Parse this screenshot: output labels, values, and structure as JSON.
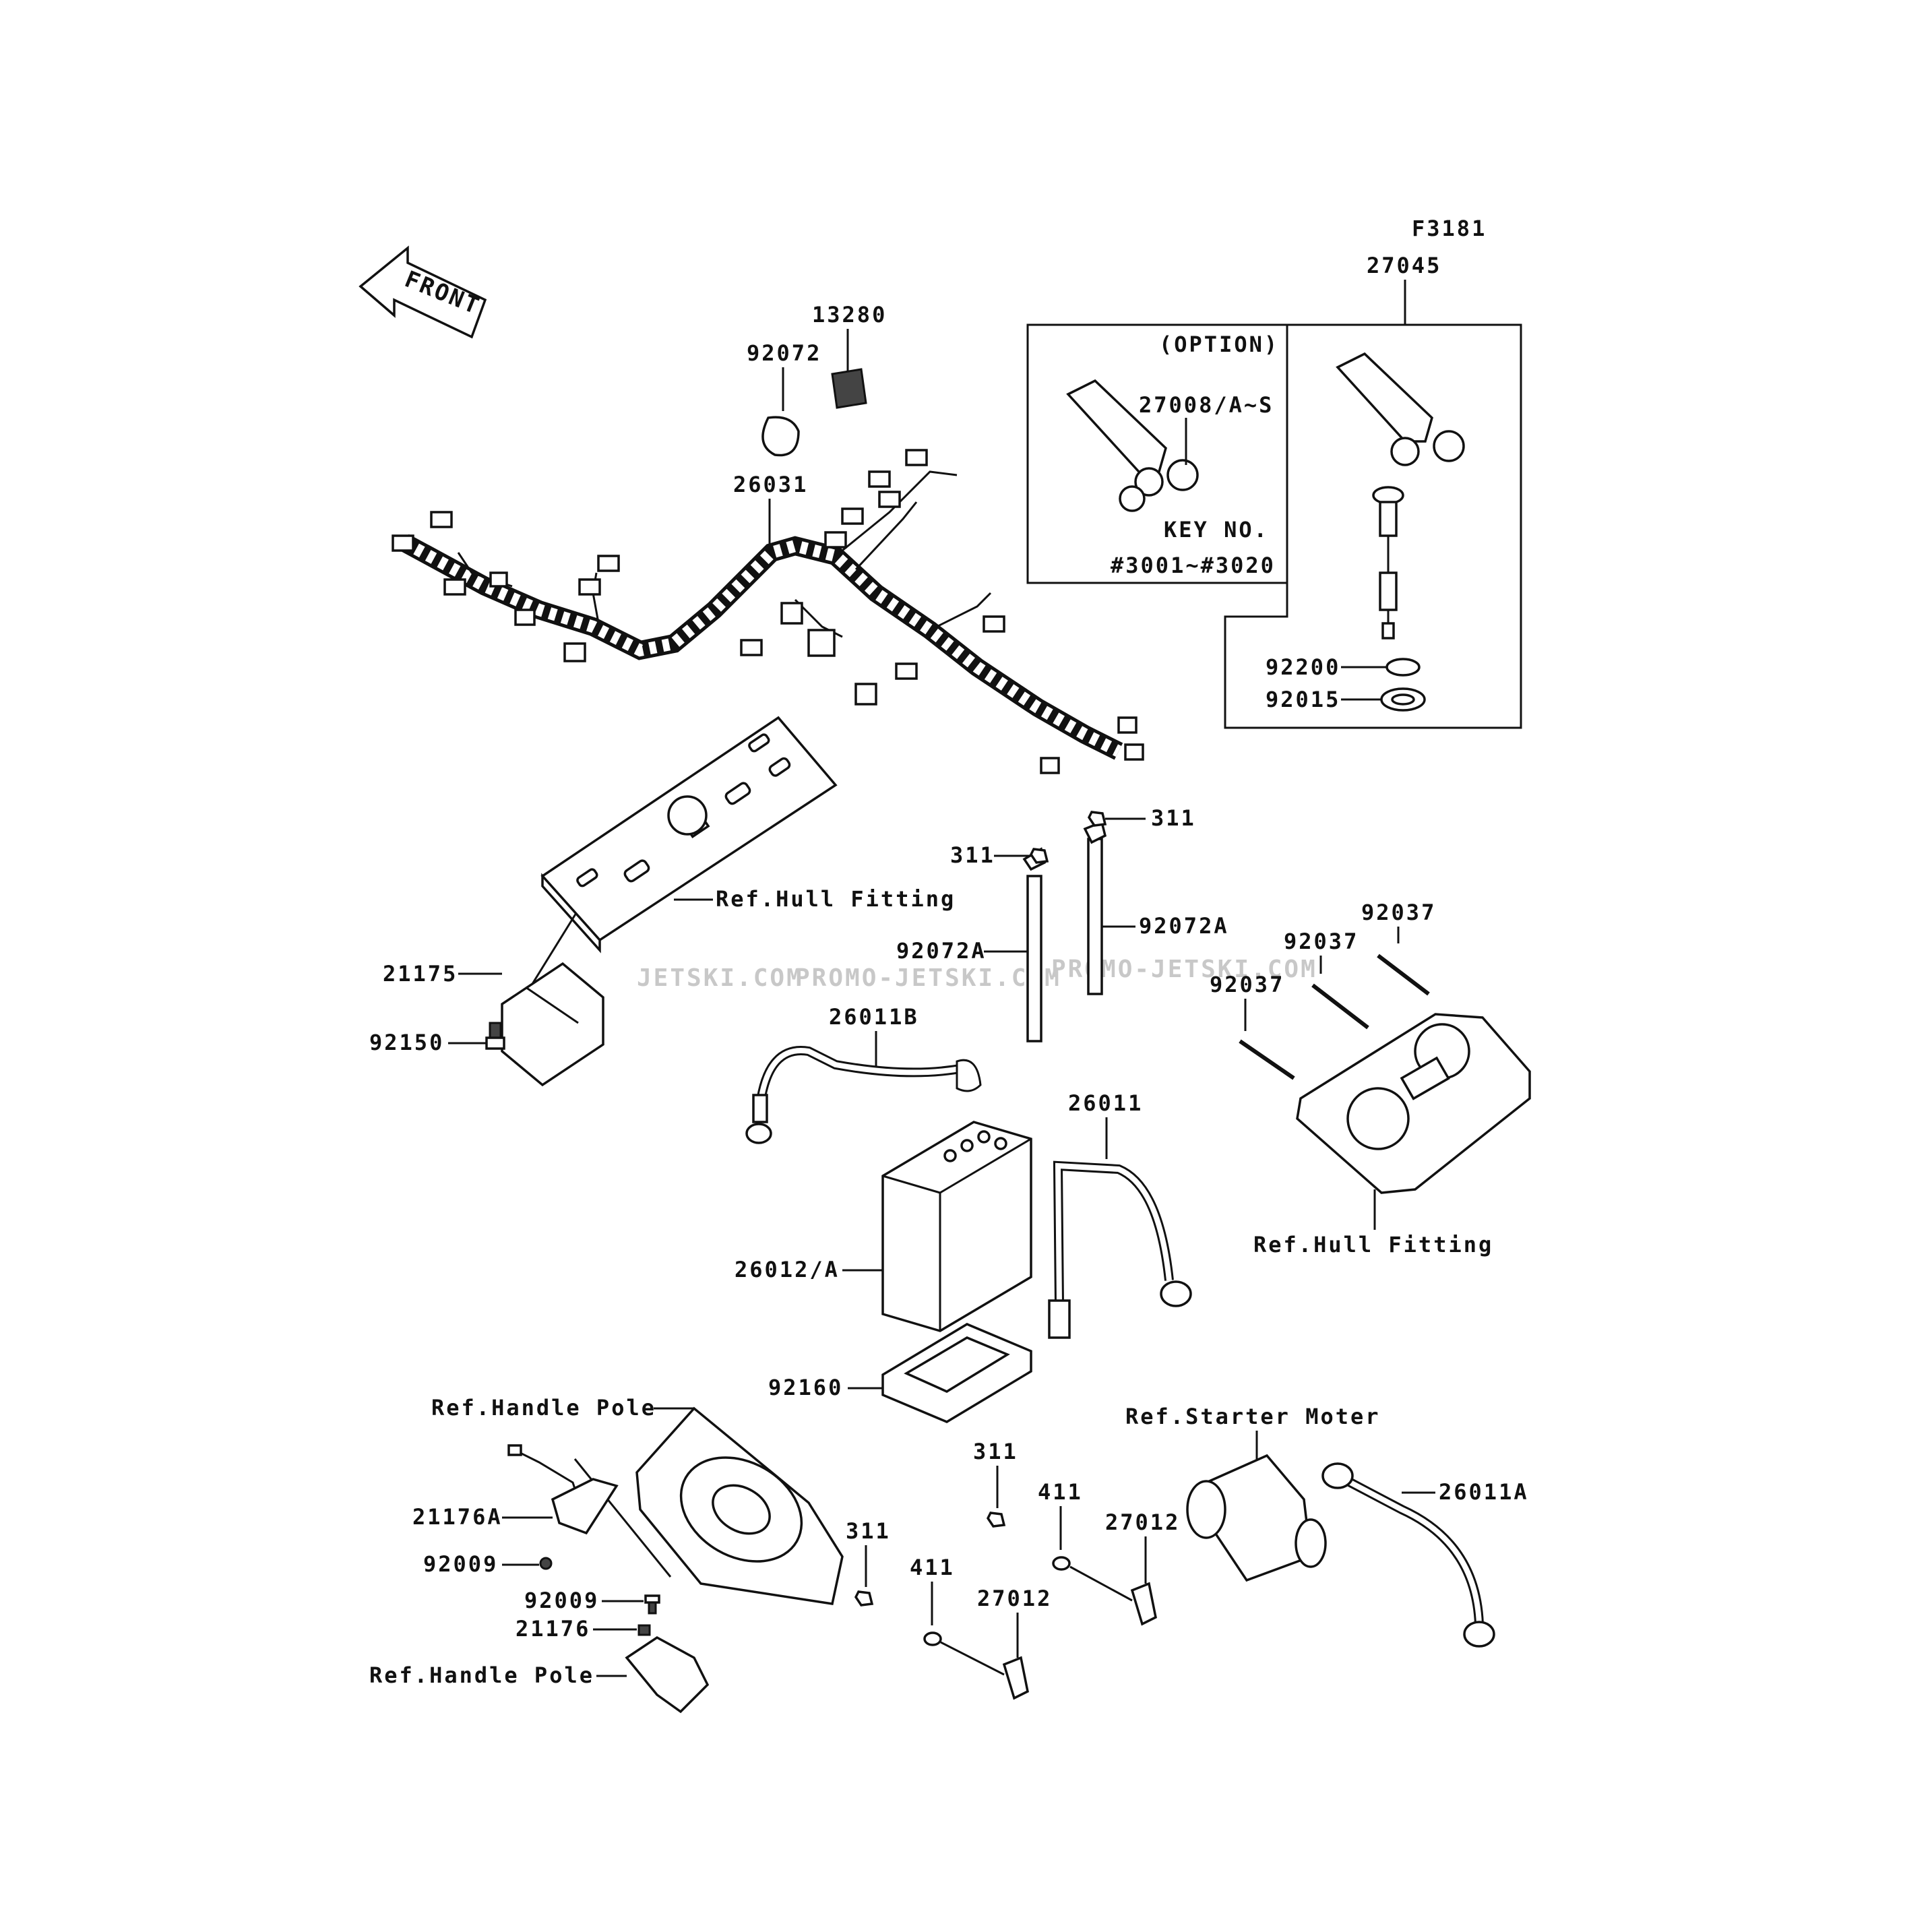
{
  "figure_code": "F3181",
  "front_arrow_text": "FRONT",
  "watermarks": [
    "JETSKI.COM",
    "PROMO-JETSKI.COM",
    "PROMO-JETSKI.COM"
  ],
  "option_box": {
    "title": "(OPTION)",
    "key_label": "KEY NO.",
    "key_range": "#3001~#3020"
  },
  "labels": {
    "p27045": "27045",
    "p13280": "13280",
    "p92072": "92072",
    "p27008": "27008/A~S",
    "p26031": "26031",
    "p92200": "92200",
    "p92015": "92015",
    "p311_a": "311",
    "p311_b": "311",
    "p311_c": "311",
    "p311_d": "311",
    "ref_hull_1": "Ref.Hull Fitting",
    "ref_hull_2": "Ref.Hull Fitting",
    "p92072A_a": "92072A",
    "p92072A_b": "92072A",
    "p92037_a": "92037",
    "p92037_b": "92037",
    "p92037_c": "92037",
    "p21175": "21175",
    "p92150": "92150",
    "p26011B": "26011B",
    "p26011": "26011",
    "p26012A": "26012/A",
    "p92160": "92160",
    "ref_handle_1": "Ref.Handle Pole",
    "ref_handle_2": "Ref.Handle Pole",
    "ref_starter": "Ref.Starter Moter",
    "p26011A": "26011A",
    "p21176A": "21176A",
    "p92009_a": "92009",
    "p92009_b": "92009",
    "p21176": "21176",
    "p411_a": "411",
    "p411_b": "411",
    "p27012_a": "27012",
    "p27012_b": "27012"
  }
}
